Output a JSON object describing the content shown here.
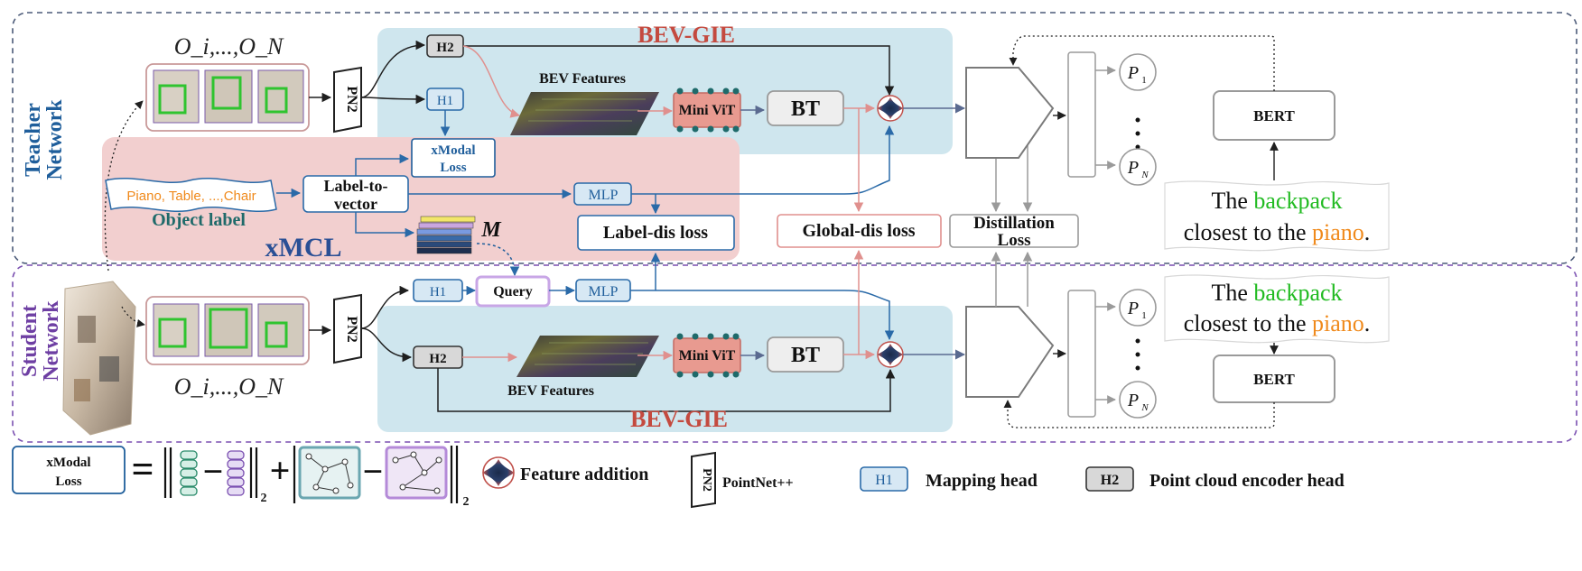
{
  "teacher": {
    "title_line1": "Teacher",
    "title_line2": "Network",
    "objects_label": "O_i,...,O_N",
    "pn2": "PN2",
    "h1": "H1",
    "h2": "H2",
    "bev_gie": "BEV-GIE",
    "bev_features": "BEV Features",
    "mini_vit": "Mini ViT",
    "bt": "BT",
    "xmodal_loss_l1": "xModal",
    "xmodal_loss_l2": "Loss",
    "label_to_vector_l1": "Label-to-",
    "label_to_vector_l2": "vector",
    "object_label_text": "Piano, Table, ...,Chair",
    "object_label_caption": "Object label",
    "xmcl": "xMCL",
    "m_symbol": "M",
    "mlp": "MLP",
    "label_dis_loss": "Label-dis loss",
    "global_dis_loss": "Global-dis loss",
    "distillation_l1": "Distillation",
    "distillation_l2": "Loss",
    "p1": "P",
    "p1_sub": "1",
    "pn": "P",
    "pn_sub": "N",
    "bert": "BERT",
    "query_text": {
      "w1": "The ",
      "w2": "backpack",
      "w3": "closest to the ",
      "w4": "piano",
      "w5": "."
    }
  },
  "student": {
    "title_line1": "Student",
    "title_line2": "Network",
    "objects_label": "O_i,...,O_N",
    "pn2": "PN2",
    "h1": "H1",
    "h2": "H2",
    "query": "Query",
    "mlp": "MLP",
    "bev_gie": "BEV-GIE",
    "bev_features": "BEV Features",
    "mini_vit": "Mini ViT",
    "bt": "BT",
    "p1": "P",
    "p1_sub": "1",
    "pn": "P",
    "pn_sub": "N",
    "bert": "BERT",
    "query_text": {
      "w1": "The ",
      "w2": "backpack",
      "w3": "closest to the ",
      "w4": "piano",
      "w5": "."
    }
  },
  "legend": {
    "xmodal_l1": "xModal",
    "xmodal_l2": "Loss",
    "equals": "=",
    "minus": "−",
    "plus": "+",
    "norm_sub": "2",
    "feature_addition": "Feature addition",
    "pointnet_symbol": "PN2",
    "pointnet": "PointNet++",
    "h1": "H1",
    "mapping_head": "Mapping head",
    "h2": "H2",
    "encoder_head": "Point cloud encoder head"
  },
  "colors": {
    "teacher_blue": "#1f5e9b",
    "student_purple": "#6e3fa3",
    "bev_bg": "#cfe6ee",
    "xmcl_bg": "#f2cfcf",
    "minivit": "#e89a90",
    "pink_arrow": "#e0908e",
    "blue_arrow": "#2a6aa8",
    "green_word": "#22bb22",
    "orange_word": "#f08a1c",
    "bev_gie_text": "#c44a3f",
    "xmcl_text": "#2a4f95"
  }
}
